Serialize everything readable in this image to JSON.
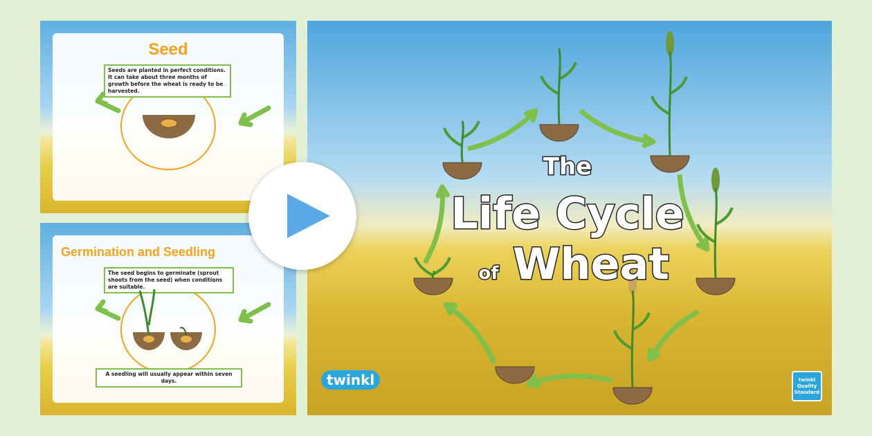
{
  "slides": [
    {
      "title": "Seed",
      "text": "Seeds are planted in perfect conditions. It can take about three months of growth before the wheat is ready to be harvested."
    },
    {
      "title": "Germination and Seedling",
      "text": "The seed begins to germinate (sprout shoots from the seed) when conditions are suitable.",
      "footer_text": "A seedling will usually appear within seven days."
    }
  ],
  "main_slide": {
    "title_line1": "The",
    "title_line2": "Life Cycle",
    "title_line3_small": "of",
    "title_line3": "Wheat",
    "brand_logo": "twinkl",
    "badge_text": "twinkl Quality Standard"
  },
  "play_button": {
    "icon": "play-icon"
  },
  "colors": {
    "accent_orange": "#f5a21b",
    "arrow_green": "#7ec04a",
    "play_blue": "#5aa9e6",
    "background": "#e2f0d6"
  }
}
